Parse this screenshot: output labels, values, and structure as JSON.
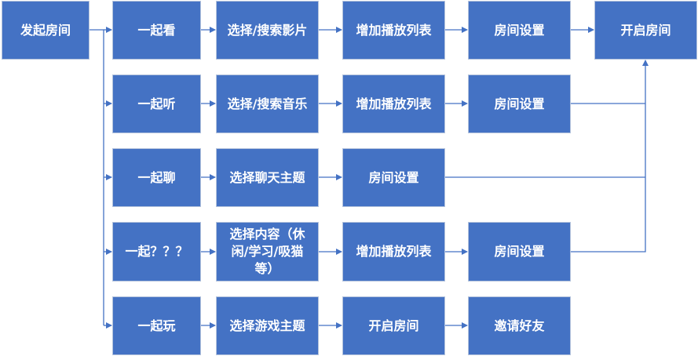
{
  "colors": {
    "box": "#4472c4",
    "line": "#4472c4",
    "text": "#ffffff"
  },
  "nodes": {
    "start": "发起房间",
    "watch": "一起看",
    "watch_select": "选择/搜索影片",
    "watch_playlist": "增加播放列表",
    "watch_settings": "房间设置",
    "open_room": "开启房间",
    "listen": "一起听",
    "listen_select": "选择/搜索音乐",
    "listen_playlist": "增加播放列表",
    "listen_settings": "房间设置",
    "chat": "一起聊",
    "chat_select": "选择聊天主题",
    "chat_settings": "房间设置",
    "other": "一起？？？",
    "other_select": "选择内容（休闲/学习/吸猫等）",
    "other_playlist": "增加播放列表",
    "other_settings": "房间设置",
    "play": "一起玩",
    "play_select": "选择游戏主题",
    "play_open": "开启房间",
    "play_invite": "邀请好友"
  }
}
